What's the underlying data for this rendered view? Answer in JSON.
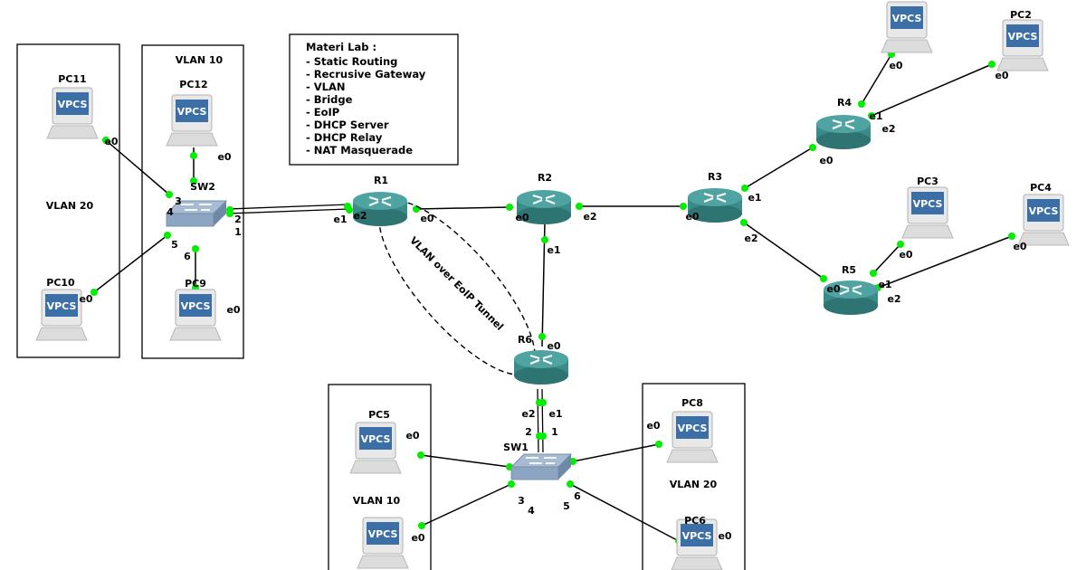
{
  "info_box": {
    "title": "Materi Lab :",
    "items": [
      "- Static Routing",
      "- Recrusive Gateway",
      "- VLAN",
      "- Bridge",
      "- EoIP",
      "- DHCP Server",
      "- DHCP Relay",
      "- NAT Masquerade"
    ]
  },
  "zones": [
    "VLAN 20",
    "VLAN 10",
    "VLAN 10",
    "VLAN 20"
  ],
  "tunnel_label": "VLAN over EoIP Tunnel",
  "vpcs_label": "VPCS",
  "pcs": [
    "PC11",
    "PC12",
    "PC10",
    "PC9",
    "PC5",
    "",
    "PC8",
    "PC6",
    "",
    "PC2",
    "PC3",
    "PC4"
  ],
  "routers": [
    "R1",
    "R2",
    "R3",
    "R4",
    "R5",
    "R6"
  ],
  "switches": [
    "SW2",
    "SW1"
  ],
  "ports": [
    "e0",
    "e0",
    "3",
    "4",
    "2",
    "1",
    "5",
    "6",
    "e0",
    "e0",
    "e1",
    "e2",
    "e0",
    "e0",
    "e2",
    "e1",
    "e0",
    "e1",
    "e2",
    "e1",
    "e2",
    "e0",
    "e0",
    "e0",
    "e0",
    "e1",
    "e2",
    "e0",
    "e0",
    "e0",
    "e2",
    "e1",
    "2",
    "1",
    "e0",
    "e0",
    "3",
    "4",
    "5",
    "6",
    "e0",
    "e0"
  ],
  "colors": {
    "link_dot": "#00ee00",
    "router": "#3a8b89",
    "switch": "#8ba5c2",
    "vpcs_screen": "#3c6fa6"
  }
}
